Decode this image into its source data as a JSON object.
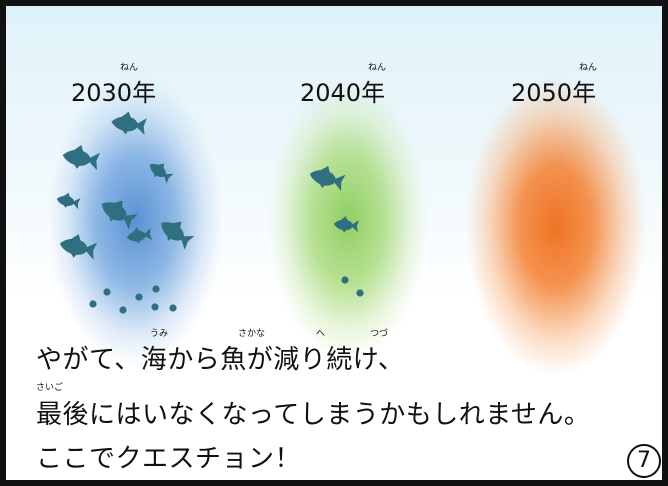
{
  "years": [
    {
      "label": "2030年",
      "ruby": "ねん"
    },
    {
      "label": "2040年",
      "ruby": "ねん"
    },
    {
      "label": "2050年",
      "ruby": "ねん"
    }
  ],
  "text": {
    "line1": "やがて、海から魚が減り続け、",
    "line2": "最後にはいなくなってしまうかもしれません。",
    "line3": "ここでクエスチョン！",
    "ruby": {
      "umi": "うみ",
      "sakana": "さかな",
      "he": "へ",
      "tsuzu": "つづ",
      "saigo": "さいご"
    }
  },
  "page_number": "7",
  "icons": {
    "fish": "fish-icon",
    "egg": "egg-icon"
  },
  "colors": {
    "fish": "#2f6f80",
    "blue_glow": "#5a8fd6",
    "green_glow": "#8fd15a",
    "orange_glow": "#f07323"
  }
}
